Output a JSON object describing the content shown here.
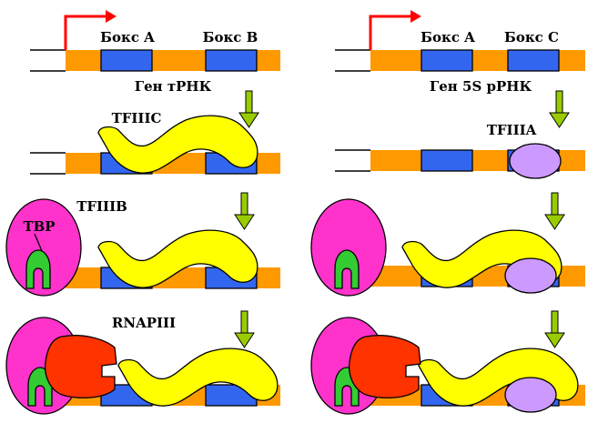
{
  "labels": {
    "left_box_a": "Бокс A",
    "left_box_b": "Бокс B",
    "left_gene": "Ген тРНК",
    "tfiiic": "TFIIIC",
    "tfiiib": "TFIIIB",
    "tbp": "TBP",
    "rnapiii": "RNAPIII",
    "right_box_a": "Бокс A",
    "right_box_c": "Бокс C",
    "right_gene": "Ген 5S рРНК",
    "tfiiia": "TFIIIA"
  },
  "colors": {
    "dna_orange": "#ff9900",
    "box_blue": "#3366ee",
    "tfiiic_yellow": "#ffff00",
    "tfiiia_lilac": "#cc99ff",
    "tfiiib_magenta": "#ff33cc",
    "tbp_green": "#33cc33",
    "rnap_red": "#ff3300",
    "arrow_green": "#99cc00",
    "tss_arrow_red": "#ff0000"
  }
}
